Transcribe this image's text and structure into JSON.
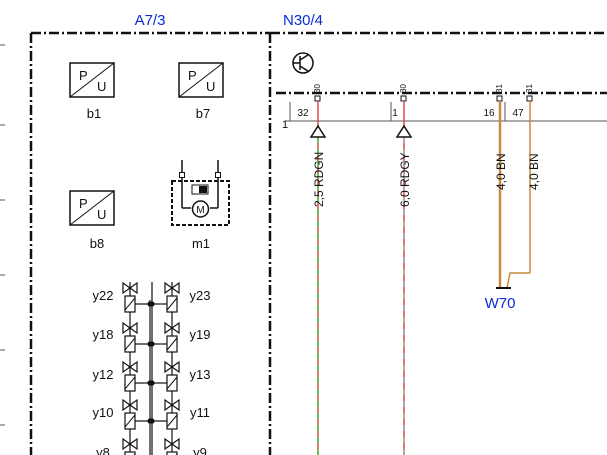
{
  "header": {
    "module_a": "A7/3",
    "module_n": "N30/4"
  },
  "components": {
    "b1": "b1",
    "b7": "b7",
    "b8": "b8",
    "m1": "m1",
    "sensor_p": "P",
    "sensor_u": "U",
    "motor_symbol": "M"
  },
  "valves": {
    "left": [
      "y22",
      "y18",
      "y12",
      "y10",
      "y8"
    ],
    "right": [
      "y23",
      "y19",
      "y13",
      "y11",
      "y9"
    ]
  },
  "connector": {
    "pin_32": "32",
    "pin_1": "1",
    "pin_16": "16",
    "pin_47": "47",
    "side_label": "1",
    "plug_30": "30",
    "plug_31": "31"
  },
  "wires": [
    {
      "label": "2,5 RDGN",
      "base_color": "#d94a4a",
      "stripe_color": "#46c246"
    },
    {
      "label": "6,0 RDGY",
      "base_color": "#d94a4a",
      "stripe_color": "#a8a8a8"
    },
    {
      "label": "4,0 BN",
      "base_color": "#c68a40"
    },
    {
      "label": "4,0 BN",
      "base_color": "#c68a40"
    }
  ],
  "ground_point": "W70"
}
